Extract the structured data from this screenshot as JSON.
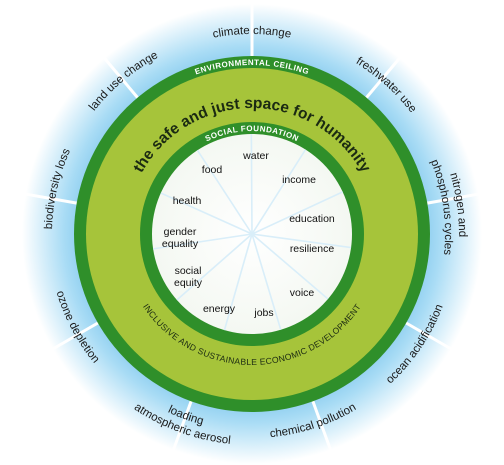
{
  "diagram": {
    "title": "the safe and just space for humanity",
    "ceiling_label": "ENVIRONMENTAL CEILING",
    "foundation_label": "SOCIAL FOUNDATION",
    "economy_label": "INCLUSIVE AND SUSTAINABLE ECONOMIC DEVELOPMENT",
    "outer_labels": [
      [
        "climate change"
      ],
      [
        "freshwater use"
      ],
      [
        "nitrogen and",
        "phosphorus cycles"
      ],
      [
        "ocean acidification"
      ],
      [
        "chemical pollution"
      ],
      [
        "atmospheric aerosol",
        "loading"
      ],
      [
        "ozone depletion"
      ],
      [
        "biodiversity loss"
      ],
      [
        "land use change"
      ]
    ],
    "inner_labels": [
      [
        "water"
      ],
      [
        "income"
      ],
      [
        "education"
      ],
      [
        "resilience"
      ],
      [
        "voice"
      ],
      [
        "jobs"
      ],
      [
        "energy"
      ],
      [
        "social",
        "equity"
      ],
      [
        "gender",
        "equality"
      ],
      [
        "health"
      ],
      [
        "food"
      ]
    ],
    "colors": {
      "dark_green": "#2f8f2a",
      "lime_band": "#a6c43a",
      "sky_blue": "#7cc6ee",
      "inner_white": "#ffffff",
      "ray_color": "#d9eef9"
    }
  }
}
